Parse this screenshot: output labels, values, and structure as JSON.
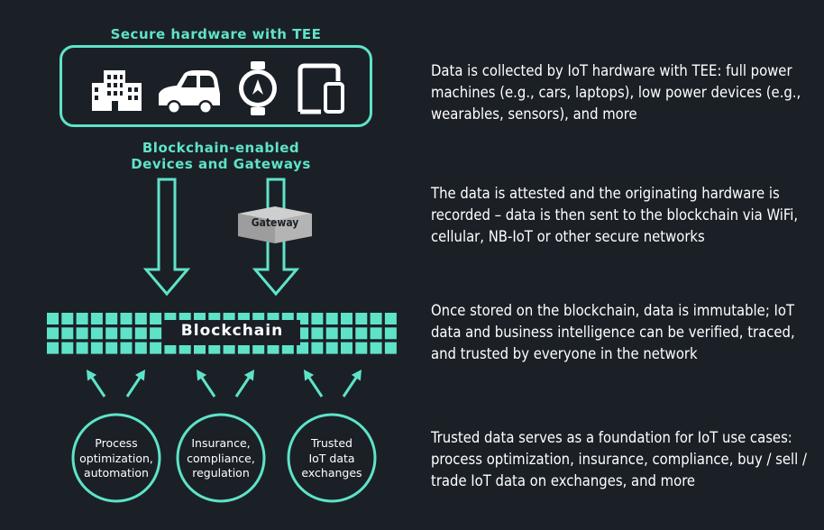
{
  "hardware": {
    "title": "Secure hardware with TEE",
    "icons": [
      "building-icon",
      "car-icon",
      "smartwatch-icon",
      "devices-icon"
    ]
  },
  "devices": {
    "title_line1": "Blockchain-enabled",
    "title_line2": "Devices and Gateways"
  },
  "gateway": {
    "label": "Gateway"
  },
  "blockchain": {
    "label": "Blockchain"
  },
  "use_cases": [
    {
      "lines": [
        "Process",
        "optimization,",
        "automation"
      ]
    },
    {
      "lines": [
        "Insurance,",
        "compliance,",
        "regulation"
      ]
    },
    {
      "lines": [
        "Trusted",
        "IoT data",
        "exchanges"
      ]
    }
  ],
  "descriptions": [
    "Data is collected by IoT hardware with TEE: full power machines (e.g., cars, laptops), low power devices (e.g., wearables, sensors), and more",
    "The data is attested and the originating hardware is recorded – data is then sent to the blockchain via WiFi, cellular, NB-IoT or other secure networks",
    "Once stored on the blockchain, data is immutable; IoT data and business intelligence can be verified, traced, and trusted by everyone in the network",
    "Trusted data serves as a foundation for IoT use cases: process optimization, insurance, compliance, buy / sell / trade IoT data on exchanges, and more"
  ],
  "colors": {
    "accent": "#5fe3c8",
    "background": "#1b2027",
    "text": "#ffffff"
  }
}
